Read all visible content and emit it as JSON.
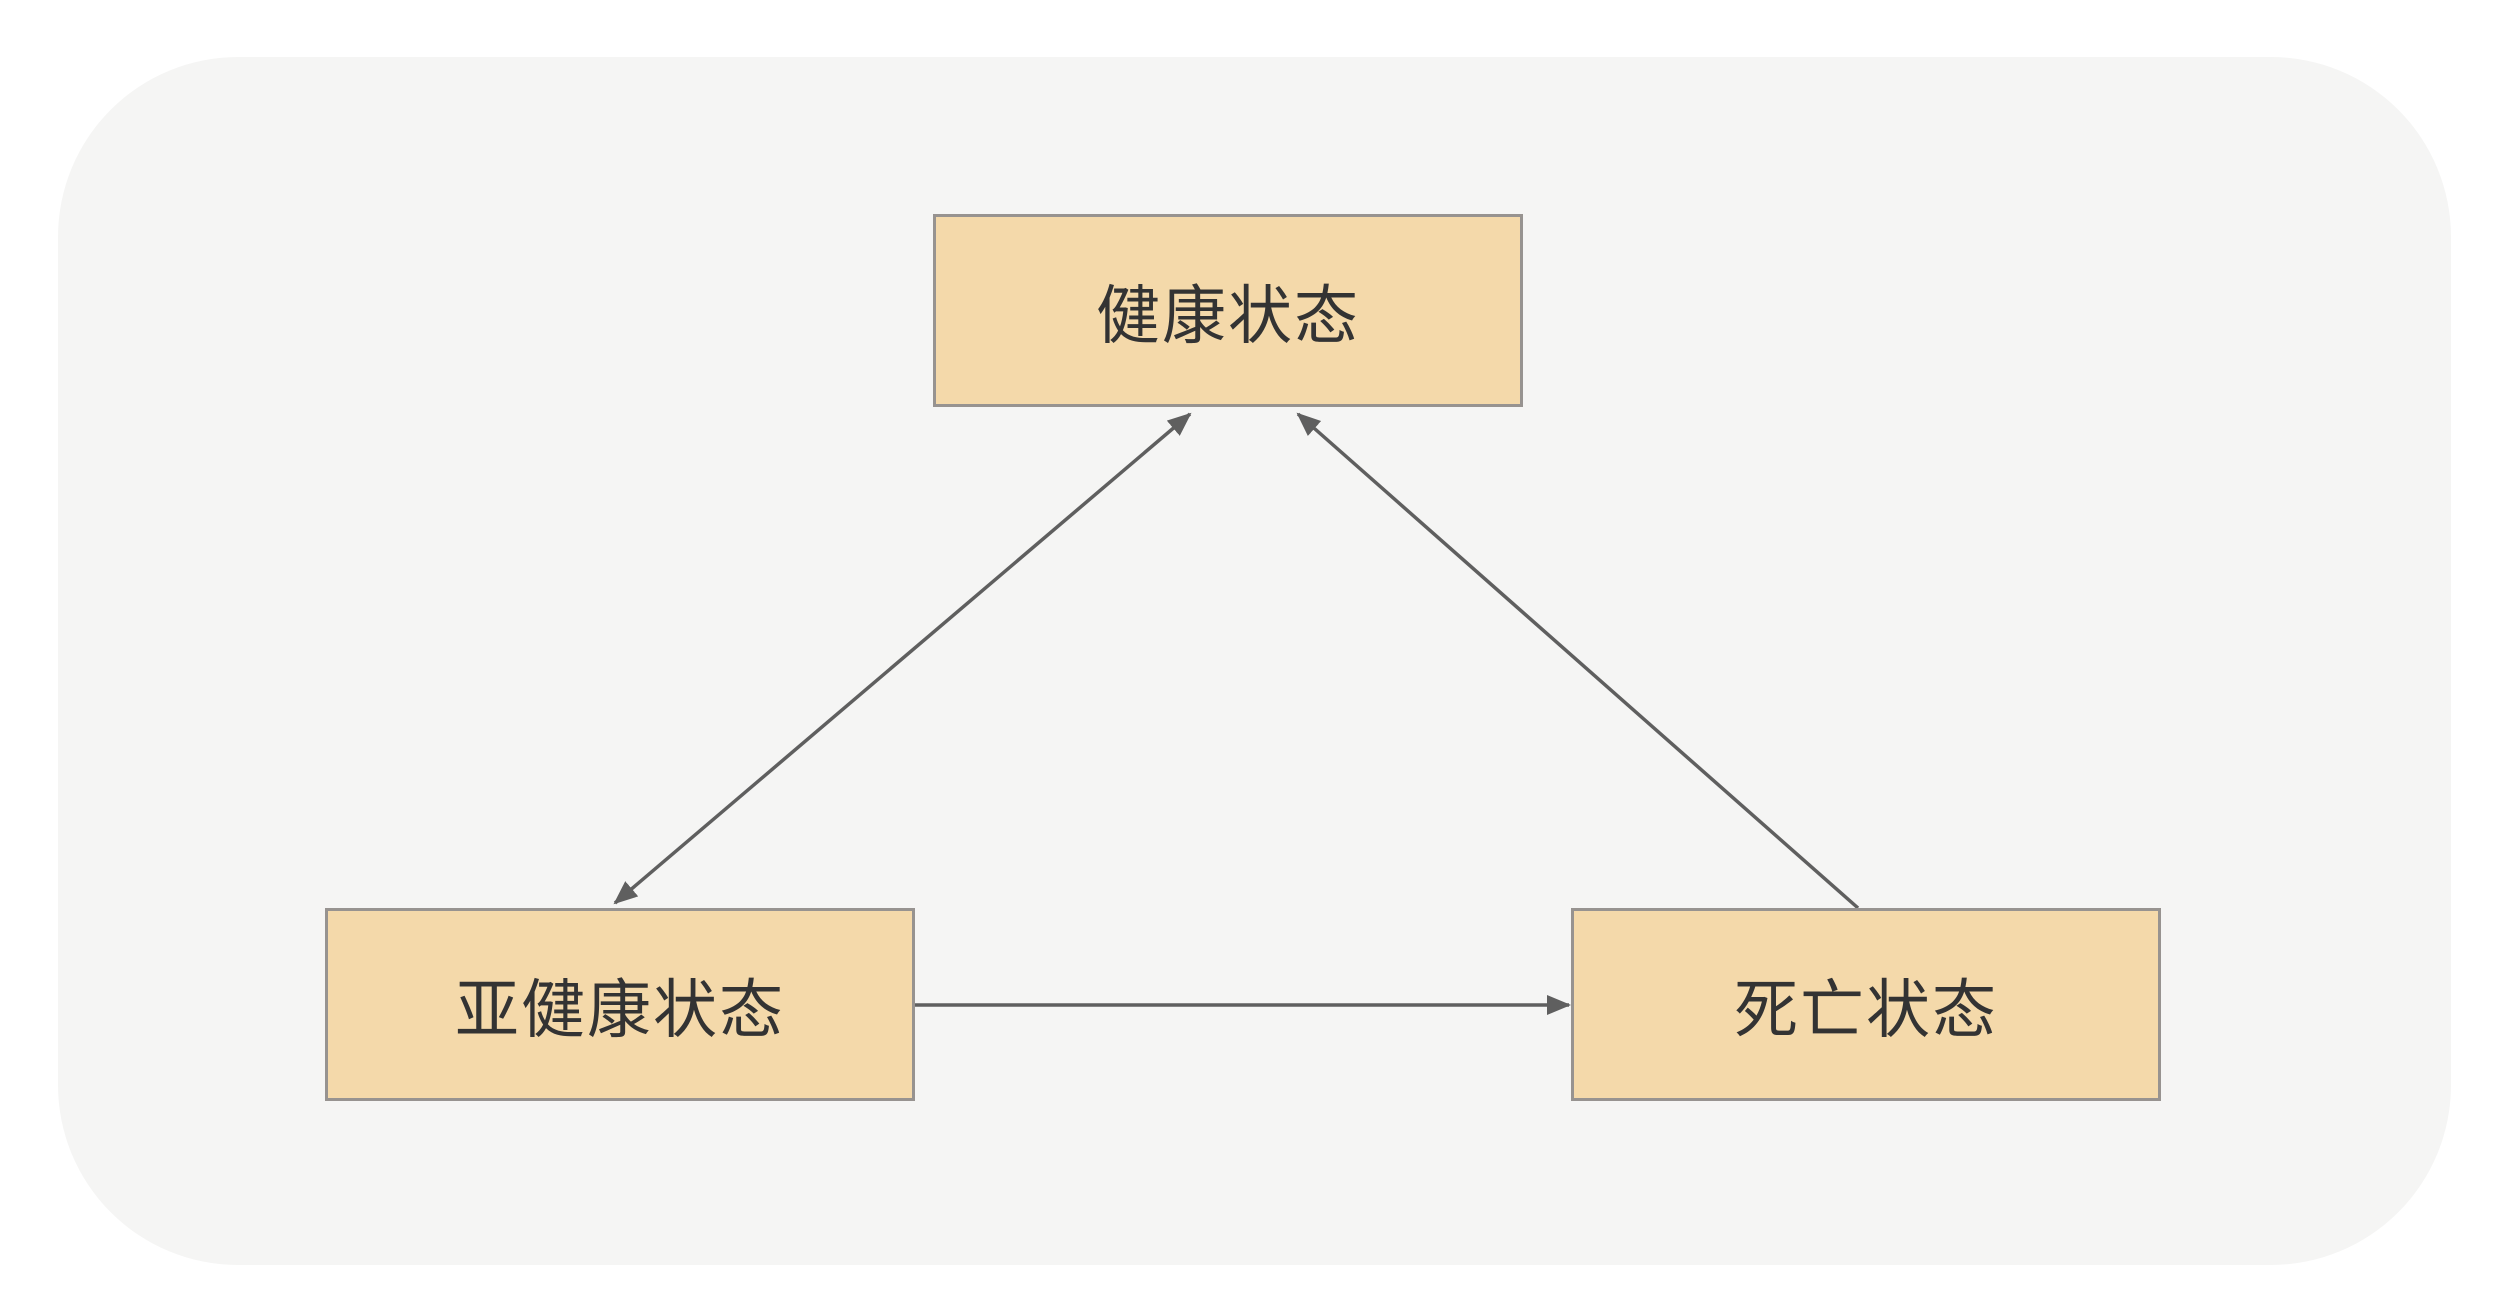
{
  "diagram": {
    "type": "state-transition",
    "nodes": [
      {
        "id": "healthy",
        "label": "健康状态"
      },
      {
        "id": "subhealthy",
        "label": "亚健康状态"
      },
      {
        "id": "dead",
        "label": "死亡状态"
      }
    ],
    "edges": [
      {
        "from": "healthy",
        "to": "subhealthy",
        "bidirectional": true
      },
      {
        "from": "dead",
        "to": "healthy",
        "bidirectional": false
      },
      {
        "from": "subhealthy",
        "to": "dead",
        "bidirectional": false
      }
    ],
    "colors": {
      "background": "#f5f5f4",
      "node_fill": "#f4d9aa",
      "node_border": "#979390",
      "edge": "#5f5f5f",
      "text": "#333333"
    }
  }
}
